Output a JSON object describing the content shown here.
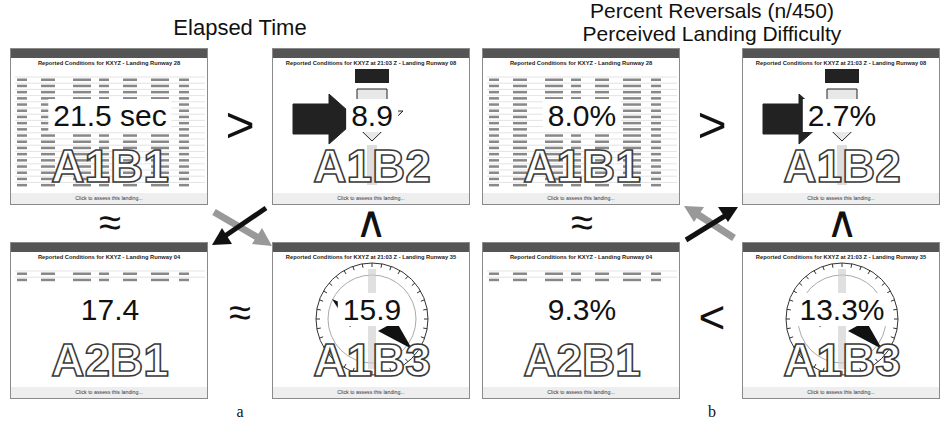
{
  "diagram": {
    "nodes": [
      {
        "text": [
          "Reported Conditions for KXYZ - Landing Runway 28",
          "21.5 sec",
          "A1B1",
          "Click to assess this landing..."
        ]
      },
      {
        "text": [
          "Reported Conditions for KXYZ at 21:03 Z - Landing Runway 08",
          "8.9",
          "A1B2",
          "Click to assess this landing..."
        ]
      },
      {
        "text": [
          "Reported Conditions for KXYZ - Landing Runway 04",
          "17.4",
          "A2B1",
          "Click to assess this landing..."
        ]
      },
      {
        "text": [
          "Reported Conditions for KXYZ at 21:03 Z - Landing Runway 35",
          "15.9",
          "A1B3",
          "Click to assess this landing..."
        ]
      },
      {
        "text": [
          "Reported Conditions for KXYZ - Landing Runway 28",
          "8.0%",
          "A1B1",
          "Click to assess this landing..."
        ]
      },
      {
        "text": [
          "Reported Conditions for KXYZ at 21:03 Z - Landing Runway 08",
          "2.7%",
          "A1B2",
          "Click to assess this landing..."
        ]
      },
      {
        "text": [
          "Reported Conditions for KXYZ - Landing Runway 04",
          "9.3%",
          "A2B1",
          "Click to assess this landing..."
        ]
      },
      {
        "text": [
          "Reported Conditions for KXYZ at 21:03 Z - Landing Runway 35",
          "13.3%",
          "A1B3",
          "Click to assess this landing..."
        ]
      }
    ],
    "labels": [
      "Elapsed Time",
      ">",
      "≈",
      "∧",
      "≈",
      "a",
      "Percent Reversals (n/450)",
      "Perceived Landing Difficulty",
      ">",
      "≈",
      "∧",
      "<",
      "b"
    ]
  }
}
